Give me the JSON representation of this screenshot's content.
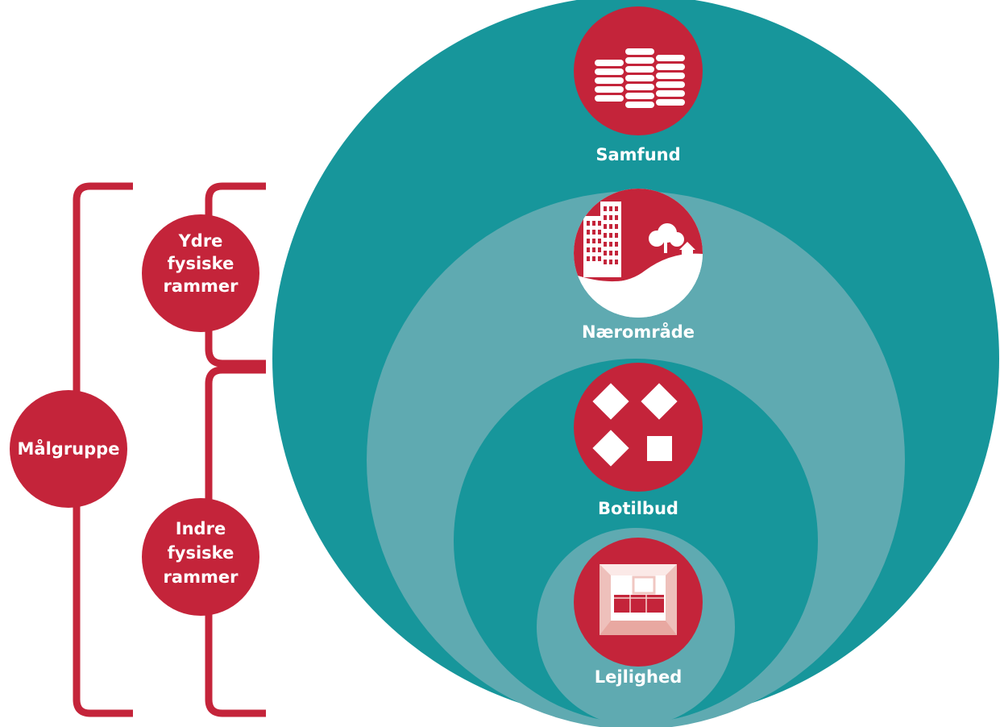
{
  "colors": {
    "teal_dark": "#17969b",
    "teal_light": "#5faab1",
    "teal_lightest": "#80bcc1",
    "red": "#c4243a",
    "white": "#ffffff"
  },
  "rings": {
    "outer_label": "Samfund",
    "second_label": "Nærområde",
    "third_label": "Botilbud",
    "inner_label": "Lejlighed"
  },
  "icons": {
    "samfund": "coin-stacks-icon",
    "naeromraade": "buildings-landscape-icon",
    "botilbud": "four-squares-icon",
    "lejlighed": "room-interior-icon"
  },
  "brackets": {
    "target_group": "Målgruppe",
    "outer_frame": [
      "Ydre",
      "fysiske",
      "rammer"
    ],
    "inner_frame": [
      "Indre",
      "fysiske",
      "rammer"
    ]
  }
}
